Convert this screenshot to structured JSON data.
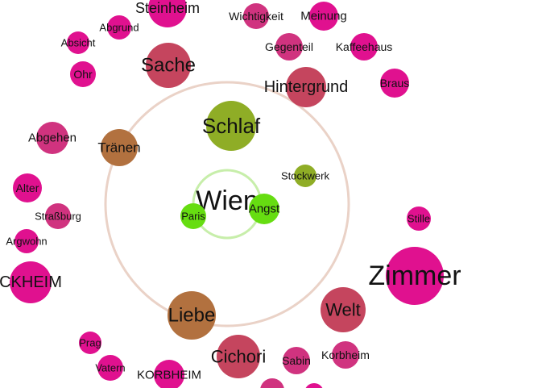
{
  "colors": {
    "magenta": "#e0118f",
    "pink_red": "#d0337f",
    "crimson": "#c5455e",
    "brown": "#b2713f",
    "olive": "#8fad26",
    "lime": "#66dd11",
    "outer_ring": "#ead2c7",
    "inner_ring": "#c7eeaa"
  },
  "nodes": [
    {
      "label": "Steinheim",
      "color": "magenta"
    },
    {
      "label": "Wichtigkeit",
      "color": "pink_red"
    },
    {
      "label": "Meinung",
      "color": "magenta"
    },
    {
      "label": "Abgrund",
      "color": "magenta"
    },
    {
      "label": "Absicht",
      "color": "magenta"
    },
    {
      "label": "Gegenteil",
      "color": "pink_red"
    },
    {
      "label": "Kaffeehaus",
      "color": "magenta"
    },
    {
      "label": "Sache",
      "color": "crimson"
    },
    {
      "label": "Ohr",
      "color": "magenta"
    },
    {
      "label": "Braus",
      "color": "magenta"
    },
    {
      "label": "Hintergrund",
      "color": "crimson"
    },
    {
      "label": "Schlaf",
      "color": "olive"
    },
    {
      "label": "Abgehen",
      "color": "pink_red"
    },
    {
      "label": "Tränen",
      "color": "brown"
    },
    {
      "label": "Stockwerk",
      "color": "olive"
    },
    {
      "label": "Alter",
      "color": "magenta"
    },
    {
      "label": "Wien",
      "color": "none"
    },
    {
      "label": "Angst",
      "color": "lime"
    },
    {
      "label": "Paris",
      "color": "lime"
    },
    {
      "label": "Straßburg",
      "color": "pink_red"
    },
    {
      "label": "Stille",
      "color": "magenta"
    },
    {
      "label": "Argwohn",
      "color": "magenta"
    },
    {
      "label": "Zimmer",
      "color": "magenta"
    },
    {
      "label": "CKHEIM",
      "color": "magenta"
    },
    {
      "label": "Welt",
      "color": "crimson"
    },
    {
      "label": "Liebe",
      "color": "brown"
    },
    {
      "label": "Prag",
      "color": "magenta"
    },
    {
      "label": "Cichori",
      "color": "crimson"
    },
    {
      "label": "Sabin",
      "color": "pink_red"
    },
    {
      "label": "Korbheim",
      "color": "pink_red"
    },
    {
      "label": "Vatern",
      "color": "magenta"
    },
    {
      "label": "KORBHEIM",
      "color": "magenta"
    },
    {
      "label": "",
      "color": "pink_red"
    },
    {
      "label": "",
      "color": "magenta"
    }
  ]
}
